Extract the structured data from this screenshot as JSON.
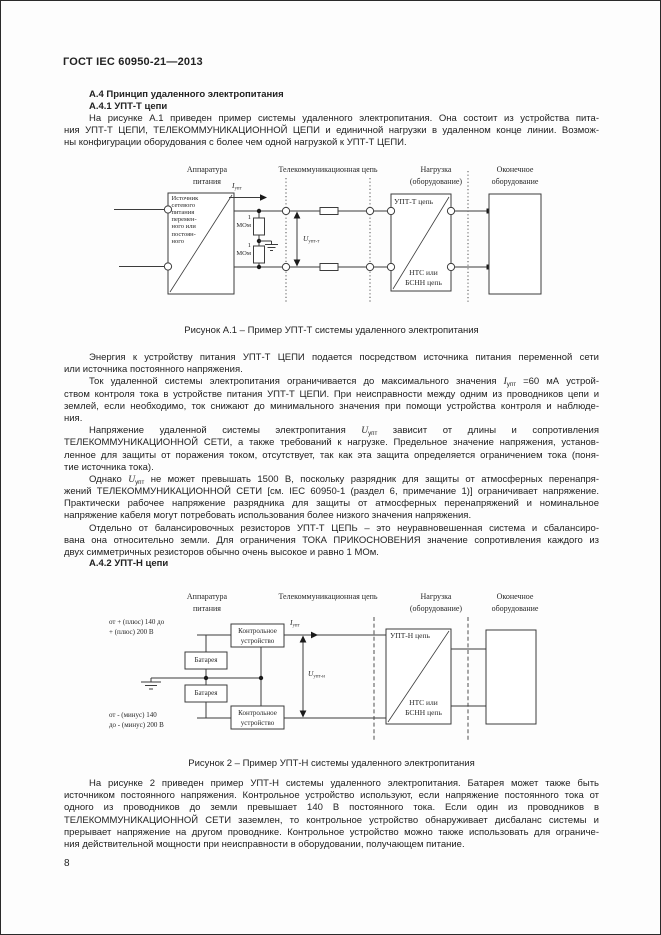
{
  "header": {
    "title": "ГОСТ IEC 60950-21—2013"
  },
  "page": {
    "number": "8"
  },
  "sections": {
    "a4_heading": "А.4 Принцип удаленного электропитания",
    "a41_heading": "А.4.1 УПТ-Т цепи",
    "a42_heading": "А.4.2 УПТ-Н цепи"
  },
  "intro_lines": [
    "На рисунке А.1 приведен пример системы удаленного электропитания. Она состоит из устройства пита-",
    "ния УПТ-Т ЦЕПИ, ТЕЛЕКОММУНИКАЦИОННОЙ ЦЕПИ и единичной нагрузки в удаленном конце линии. Возмож-",
    "ны конфигурации оборудования с более чем одной нагрузкой к УПТ-Т ЦЕПИ."
  ],
  "body_lines": [
    "Энергия к устройству питания УПТ-Т ЦЕПИ подается посредством источника питания переменной сети",
    "или источника постоянного напряжения.",
    "Ток удаленной системы электропитания ограничивается до максимального значения *I*_{упт} =60 мА устрой-",
    "ством контроля тока в устройстве питания УПТ-Т ЦЕПИ. При неисправности между одним из проводников цепи и",
    "землей, если необходимо, ток снижают до минимального значения при помощи устройства контроля и наблюде-",
    "ния.",
    "Напряжение удаленной системы электропитания *U*_{упт} зависит от длины и сопротивления",
    "ТЕЛЕКОММУНИКАЦИОННОЙ СЕТИ, а также требований к нагрузке. Предельное значение напряжения, установ-",
    "ленное для защиты от поражения током, отсутствует, так как эта защита определяется ограничением тока (поня-",
    "тие источника тока).",
    "Однако *U*_{упт} не может превышать 1500 В, поскольку разрядник для защиты от атмосферных перенапря-",
    "жений ТЕЛЕКОММУНИКАЦИОННОЙ СЕТИ [см. IEC 60950-1 (раздел 6, примечание 1)] ограничивает напряжение.",
    "Практически рабочее напряжение разрядника для защиты от атмосферных перенапряжений и номинальное",
    "напряжение кабеля могут потребовать использования более низкого значения напряжения.",
    "Отдельно от балансировочных резисторов УПТ-Т ЦЕПЬ – это неуравновешенная система и сбалансиро-",
    "вана она относительно земли. Для ограничения ТОКА ПРИКОСНОВЕНИЯ значение сопротивления каждого из",
    "двух симметричных резисторов обычно очень высокое и равно 1 МОм."
  ],
  "bottom_lines": [
    "На рисунке 2 приведен пример УПТ-Н системы удаленного электропитания. Батарея может также быть",
    "источником постоянного напряжения. Контрольное устройство используют, если напряжение постоянного тока от",
    "одного из проводников до земли превышает 140 В постоянного тока. Если один из проводников в",
    "ТЕЛЕКОММУНИКАЦИОННОЙ СЕТИ заземлен, то контрольное устройство обнаруживает дисбаланс системы и",
    "прерывает напряжение на другом проводнике. Контрольное устройство можно также использовать для ограниче-",
    "ния действительной мощности при неисправности в оборудовании, получающем питание."
  ],
  "figure1": {
    "caption": "Рисунок А.1 – Пример УПТ-Т системы удаленного электропитания",
    "col_headers": [
      "Аппаратура\nпитания",
      "Телекоммуникационная цепь",
      "Нагрузка\n(оборудование)",
      "Оконечное\nоборудование"
    ],
    "source_box_text": "Источник\nсетевого\nпитания\nперемен-\nного или\nпостоян-\nного",
    "current_label": "*I*_{упт}",
    "voltage_label": "*U*_{упт-т}",
    "resistor1_label": "1\nМОм",
    "resistor2_label": "1\nМОм",
    "load_title": "УПТ-Т цепь",
    "load_sub": "НТС или\nБСНН цепь"
  },
  "figure2": {
    "caption": "Рисунок 2 – Пример УПТ-Н системы удаленного электропитания",
    "col_headers": [
      "Аппаратура\nпитания",
      "Телекоммуникационная цепь",
      "Нагрузка\n(оборудование)",
      "Оконечное\nоборудование"
    ],
    "plus_label": "от + (плюс) 140 до\n+ (плюс) 200 В",
    "minus_label": "от - (минус) 140\nдо - (минус) 200 В",
    "control_top": "Контрольное\nустройство",
    "control_bottom": "Контрольное\nустройство",
    "battery1": "Батарея",
    "battery2": "Батарея",
    "current_label": "*I*_{упт}",
    "voltage_label": "*U*_{упт-н}",
    "load_title": "УПТ-Н цепь",
    "load_sub": "НТС или\nБСНН цепь"
  },
  "colors": {
    "ink": "#222222",
    "line": "#3c3c3c",
    "paper": "#fdfdfd"
  }
}
